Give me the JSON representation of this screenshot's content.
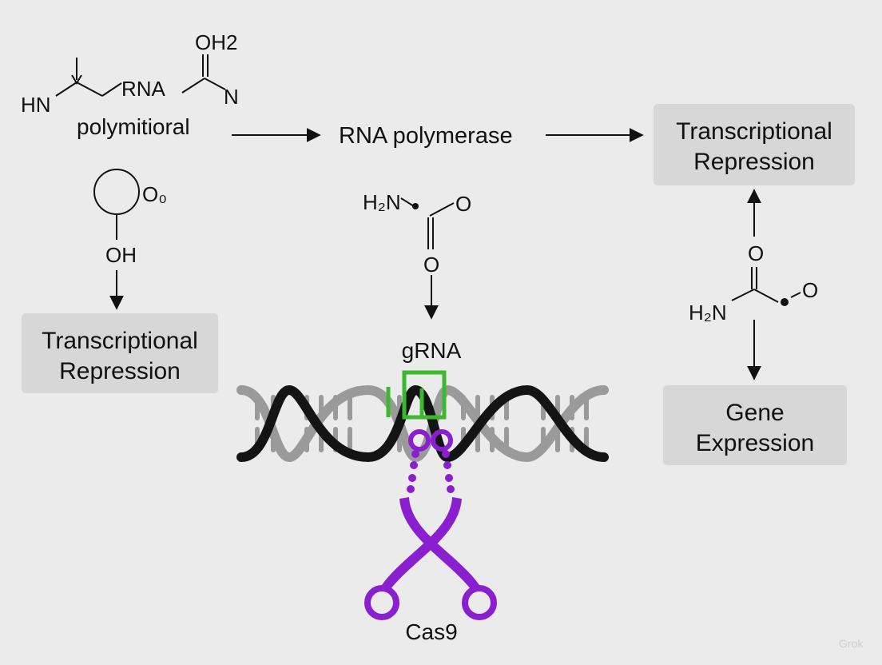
{
  "top_left_molecule": {
    "hn": "HN",
    "rna": "RNA",
    "oh2": "OH2",
    "n": "N",
    "caption": "polymitioral"
  },
  "center_label": "RNA polymerase",
  "box_top_right": {
    "line1": "Transcriptional",
    "line2": "Repression"
  },
  "box_left": {
    "line1": "Transcriptional",
    "line2": "Repression"
  },
  "box_bottom_right": {
    "line1": "Gene",
    "line2": "Expression"
  },
  "left_molecule": {
    "o0": "O₀",
    "oh": "OH"
  },
  "center_molecule": {
    "h2n": "H₂N",
    "o_right": "O",
    "o_bottom": "O"
  },
  "right_molecule": {
    "o_top": "O",
    "h2n": "H₂N",
    "o_right": "O"
  },
  "grna_label": "gRNA",
  "cas9_label": "Cas9",
  "watermark": "Grok",
  "colors": {
    "grna": "#3cb82e",
    "cas9": "#8a1fd0",
    "dna_dark": "#141414",
    "dna_light": "#9a9a9a",
    "box": "#d7d7d7"
  }
}
